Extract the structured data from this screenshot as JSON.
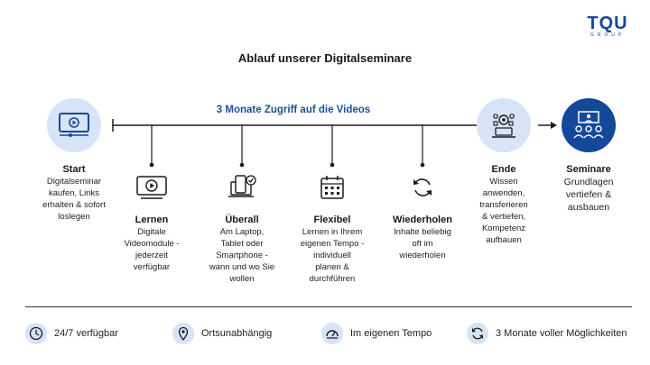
{
  "logo": {
    "text": "TQU",
    "subtext": "GROUP"
  },
  "page_title": "Ablauf unserer Digitalseminare",
  "timeline_label": "3 Monate Zugriff auf die Videos",
  "steps": {
    "start": {
      "title": "Start",
      "desc": [
        "Digitalseminar",
        "kaufen, Links",
        "erhalten & sofort",
        "loslegen"
      ],
      "icon": "video-player-icon"
    },
    "lernen": {
      "title": "Lernen",
      "desc": [
        "Digitale",
        "Videomodule -",
        "jederzeit",
        "verfügbar"
      ],
      "icon": "play-button-icon"
    },
    "ueberall": {
      "title": "Überall",
      "desc": [
        "Am Laptop,",
        "Tablet oder",
        "Smartphone -",
        "wann und wo Sie",
        "wollen"
      ],
      "icon": "devices-icon"
    },
    "flexibel": {
      "title": "Flexibel",
      "desc": [
        "Lernen in Ihrem",
        "eigenen Tempo -",
        "individuell",
        "planen &",
        "durchführen"
      ],
      "icon": "calendar-icon"
    },
    "wiederholen": {
      "title": "Wiederholen",
      "desc": [
        "Inhalte beliebig",
        "oft im",
        "wiederholen"
      ],
      "icon": "refresh-icon"
    },
    "ende": {
      "title": "Ende",
      "desc": [
        "Wissen",
        "anwenden,",
        "transferieren",
        "& vertiefen,",
        "Kompetenz",
        "aufbauen"
      ],
      "icon": "gears-tablet-icon"
    },
    "seminare": {
      "title": "Seminare",
      "desc": [
        "Grundlagen",
        "vertiefen &",
        "ausbauen"
      ],
      "icon": "presentation-group-icon"
    }
  },
  "features": [
    {
      "label": "24/7 verfügbar",
      "icon": "clock-icon"
    },
    {
      "label": "Ortsunabhängig",
      "icon": "location-pin-icon"
    },
    {
      "label": "Im eigenen Tempo",
      "icon": "speedometer-icon"
    },
    {
      "label": "3 Monate voller Möglichkeiten",
      "icon": "cycle-icon"
    }
  ],
  "colors": {
    "primary": "#14489a",
    "accent_text": "#1f4e9c",
    "light_circle": "#d7e3f7",
    "line": "#1a1a1a"
  }
}
